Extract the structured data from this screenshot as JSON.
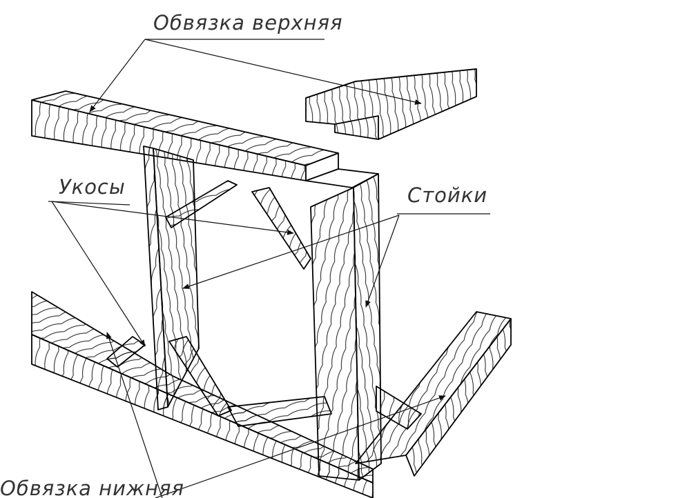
{
  "labels": {
    "top_binding": "Обвязка верхняя",
    "braces": "Укосы",
    "posts": "Стойки",
    "bottom_binding": "Обвязка нижняя"
  }
}
